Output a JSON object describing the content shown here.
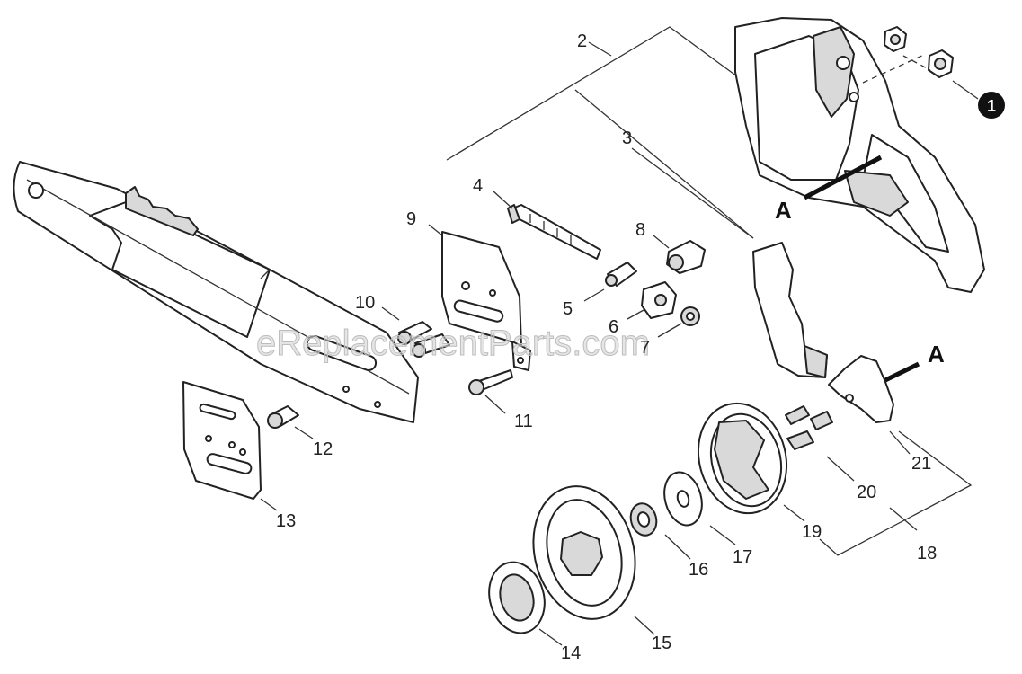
{
  "watermark": "eReplacementParts.com",
  "note": {
    "number": "1",
    "fill": "#111111"
  },
  "section": {
    "letter": "A"
  },
  "callouts": {
    "c2": "2",
    "c3": "3",
    "c4": "4",
    "c5": "5",
    "c6": "6",
    "c7": "7",
    "c8": "8",
    "c9": "9",
    "c10": "10",
    "c11": "11",
    "c12": "12",
    "c13": "13",
    "c14": "14",
    "c15": "15",
    "c16": "16",
    "c17": "17",
    "c18": "18",
    "c19": "19",
    "c20": "20",
    "c21": "21"
  }
}
